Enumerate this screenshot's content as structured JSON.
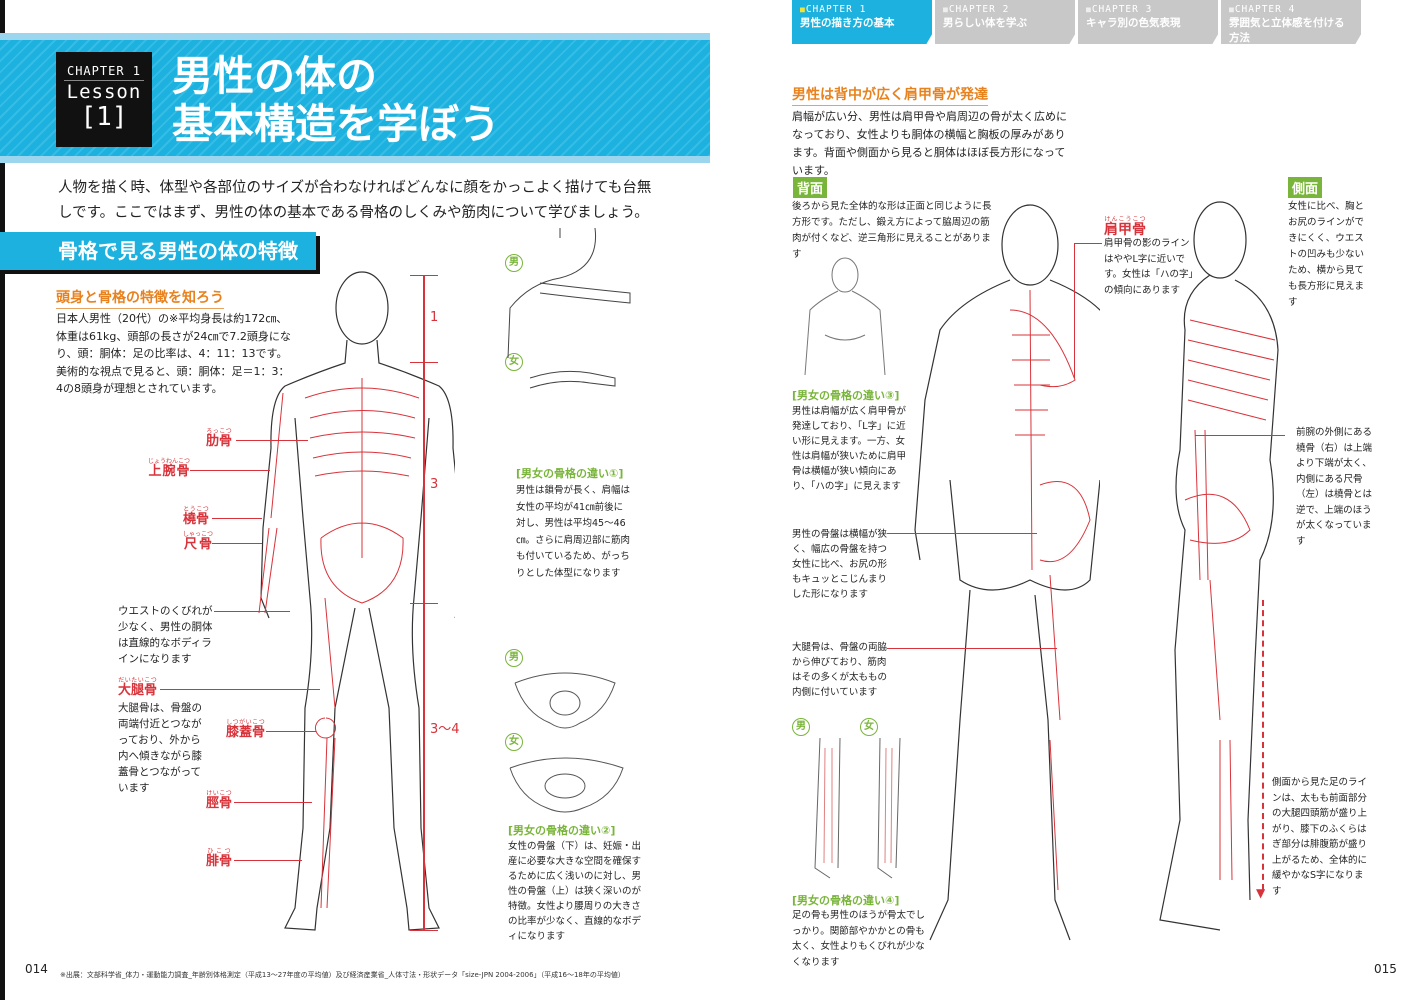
{
  "left": {
    "chapter": "CHAPTER 1",
    "lesson": "Lesson",
    "lesson_no": "[1]",
    "title_line1": "男性の体の",
    "title_line2": "基本構造を学ぼう",
    "lead": "人物を描く時、体型や各部位のサイズが合わなければどんなに顔をかっこよく描けても台無しです。ここではまず、男性の体の基本である骨格のしくみや筋肉について学びましょう。",
    "section": "骨格で見る男性の体の特徴",
    "sub": "頭身と骨格の特徴を知ろう",
    "body": "日本人男性（20代）の※平均身長は約172㎝、体重は61kg、頭部の長さが24㎝で7.2頭身になり、頭：胴体：足の比率は、4：11：13です。美術的な視点で見ると、頭：胴体：足＝1：3：4の8頭身が理想とされています。",
    "bones": [
      {
        "name": "肋骨",
        "ruby": "ろっこつ"
      },
      {
        "name": "上腕骨",
        "ruby": "じょうわんこつ"
      },
      {
        "name": "橈骨",
        "ruby": "とうこつ"
      },
      {
        "name": "尺骨",
        "ruby": "しゃっこつ"
      },
      {
        "name": "大腿骨",
        "ruby": "だいたいこつ"
      },
      {
        "name": "膝蓋骨",
        "ruby": "しつがいこつ"
      },
      {
        "name": "脛骨",
        "ruby": "けいこつ"
      },
      {
        "name": "腓骨",
        "ruby": "ひこつ"
      }
    ],
    "scale": [
      "1",
      "3",
      "3〜4"
    ],
    "waist_note": "ウエストのくびれが少なく、男性の胴体は直線的なボディラインになります",
    "femur_note": "大腿骨は、骨盤の両端付近とつながっており、外から内へ傾きながら膝蓋骨とつながっています",
    "male": "男",
    "female": "女",
    "diff1_title": "[男女の骨格の違い①]",
    "diff1": "男性は鎖骨が長く、肩幅は女性の平均が41㎝前後に対し、男性は平均45〜46㎝。さらに肩周辺部に筋肉も付いているため、がっちりとした体型になります",
    "diff2_title": "[男女の骨格の違い②]",
    "diff2": "女性の骨盤（下）は、妊娠・出産に必要な大きな空間を確保するために広く浅いのに対し、男性の骨盤（上）は狭く深いのが特徴。女性より腰周りの大きさの比率が少なく、直線的なボディになります",
    "page": "014",
    "footnote": "※出展：文部科学省_体力・運動能力調査_年齢別体格測定（平成13〜27年度の平均値）及び経済産業省_人体寸法・形状データ「size-JPN 2004-2006」（平成16〜18年の平均値）"
  },
  "right": {
    "tabs": [
      {
        "chapter": "CHAPTER 1",
        "label": "男性の描き方の基本",
        "active": true
      },
      {
        "chapter": "CHAPTER 2",
        "label": "男らしい体を学ぶ"
      },
      {
        "chapter": "CHAPTER 3",
        "label": "キャラ別の色気表現"
      },
      {
        "chapter": "CHAPTER 4",
        "label": "雰囲気と立体感を付ける方法"
      }
    ],
    "sub": "男性は背中が広く肩甲骨が発達",
    "body": "肩幅が広い分、男性は肩甲骨や肩周辺の骨が太く広めになっており、女性よりも胴体の横幅と胸板の厚みがあります。背面や側面から見ると胴体はほぼ長方形になっています。",
    "back_tag": "背面",
    "side_tag": "側面",
    "back_text": "後ろから見た全体的な形は正面と同じように長方形です。ただし、鍛え方によって脇周辺の筋肉が付くなど、逆三角形に見えることがあります",
    "scapula": "肩甲骨",
    "scapula_ruby": "けんこうこつ",
    "scapula_text": "肩甲骨の影のラインはややL字に近いです。女性は「ハの字」の傾向にあります",
    "diff3_title": "[男女の骨格の違い③]",
    "diff3": "男性は肩幅が広く肩甲骨が発達しており、「L字」に近い形に見えます。一方、女性は肩幅が狭いために肩甲骨は横幅が狭い傾向にあり、「ハの字」に見えます",
    "pelvis_note": "男性の骨盤は横幅が狭く、幅広の骨盤を持つ女性に比べ、お尻の形もキュッとこじんまりした形になります",
    "femur_note": "大腿骨は、骨盤の両脇から伸びており、筋肉はその多くが太ももの内側に付いています",
    "male": "男",
    "female": "女",
    "diff4_title": "[男女の骨格の違い④]",
    "diff4": "足の骨も男性のほうが骨太でしっかり。関節部やかかとの骨も太く、女性よりもくびれが少なくなります",
    "side_text": "女性に比べ、胸とお尻のラインができにくく、ウエストの凹みも少ないため、横から見ても長方形に見えます",
    "forearm_note": "前腕の外側にある橈骨（右）は上端より下端が太く、内側にある尺骨（左）は橈骨とは逆で、上端のほうが太くなっています",
    "leg_note": "側面から見た足のラインは、太もも前面部分の大腿四頭筋が盛り上がり、膝下のふくらはぎ部分は腓腹筋が盛り上がるため、全体的に緩やかなS字になります",
    "page": "015"
  },
  "colors": {
    "accent": "#1cb1de",
    "orange": "#e8821e",
    "green": "#7ab53b",
    "red": "#d8333a"
  }
}
